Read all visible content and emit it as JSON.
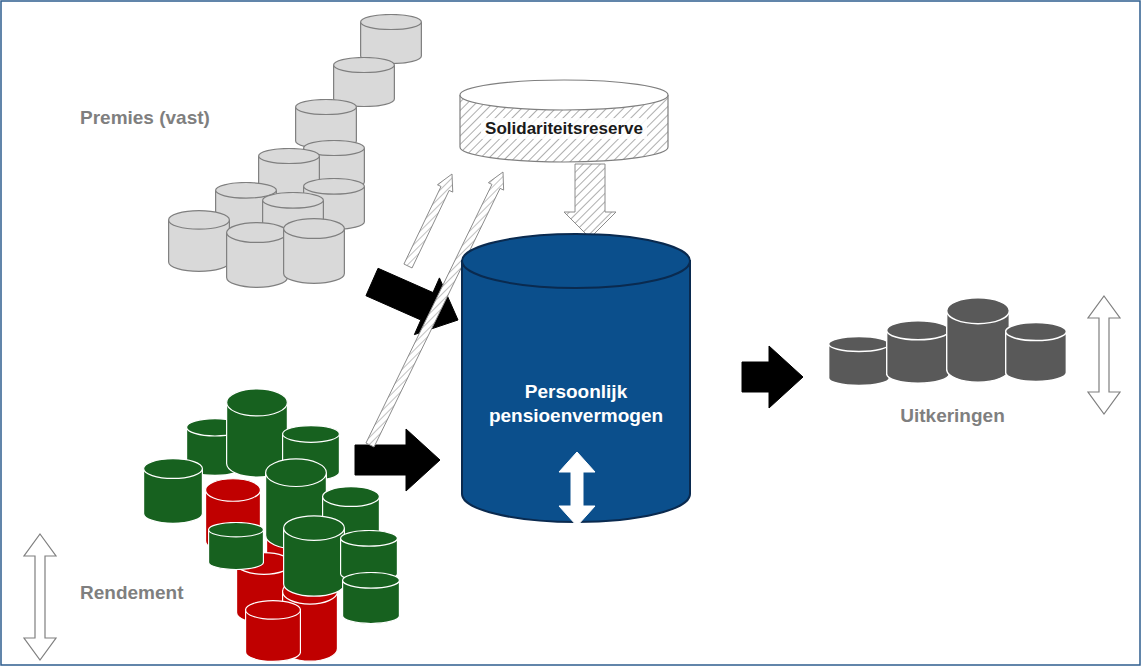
{
  "diagram": {
    "nodes": [
      {
        "text": [
          "Premies (vast)"
        ]
      },
      {
        "text": [
          "Solidariteitsreserve"
        ]
      },
      {
        "text": [
          "Persoonlijk pensioenvermogen"
        ]
      },
      {
        "text": [
          "Uitkeringen"
        ]
      },
      {
        "text": [
          "Rendement"
        ]
      }
    ],
    "edges": [
      {
        "from": 0,
        "to": 2,
        "arrow": "to"
      },
      {
        "from": 4,
        "to": 2,
        "arrow": "to"
      },
      {
        "from": 0,
        "to": 1,
        "arrow": "to"
      },
      {
        "from": 4,
        "to": 1,
        "arrow": "to"
      },
      {
        "from": 1,
        "to": 2,
        "arrow": "to"
      },
      {
        "from": 2,
        "to": 3,
        "arrow": "to"
      }
    ]
  }
}
